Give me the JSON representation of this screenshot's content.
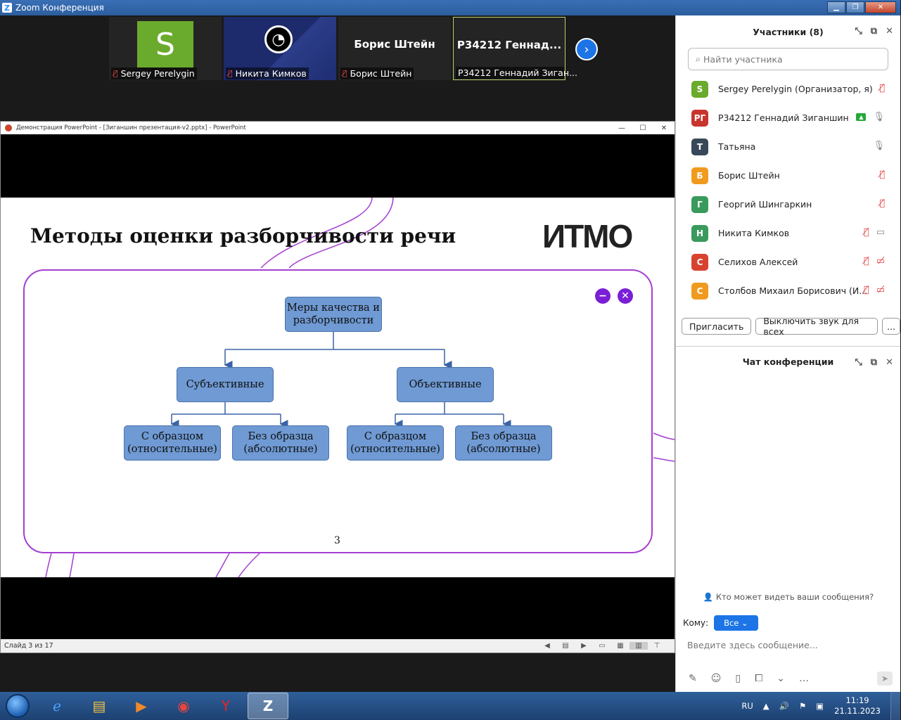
{
  "window": {
    "title": "Zoom Конференция"
  },
  "tiles": [
    {
      "name": "Sergey Perelygin",
      "avatar_letter": "S"
    },
    {
      "name": "Никита Кимков"
    },
    {
      "name": "Борис Штейн",
      "big_name": "Борис Штейн"
    },
    {
      "name": "Р34212 Геннадий Зиган...",
      "big_name": "Р34212 Геннад..."
    }
  ],
  "powerpoint": {
    "title": "Демонстрация PowerPoint - [Зиганшин презентация-v2.pptx] - PowerPoint",
    "status": "Слайд 3 из 17"
  },
  "slide": {
    "title": "Методы оценки разборчивости речи",
    "logo": "ИТМО",
    "number": "3",
    "diagram": {
      "root": "Меры качества и разборчивости",
      "subjective": "Субъективные",
      "objective": "Объективные",
      "subj_with": "С образцом (относительные)",
      "subj_without": "Без образца (абсолютные)",
      "obj_with": "С образцом (относительные)",
      "obj_without": "Без образца (абсолютные)"
    }
  },
  "participants": {
    "title": "Участники (8)",
    "search_placeholder": "Найти участника",
    "list": [
      {
        "initials": "S",
        "color": "#6aaa2c",
        "name": "Sergey Perelygin (Организатор, я)"
      },
      {
        "initials": "РГ",
        "color": "#c7352d",
        "name": "Р34212 Геннадий Зиганшин"
      },
      {
        "initials": "Т",
        "color": "#384858",
        "name": "Татьяна"
      },
      {
        "initials": "Б",
        "color": "#f09b1e",
        "name": "Борис Штейн"
      },
      {
        "initials": "Г",
        "color": "#3a9a5e",
        "name": "Георгий Шингаркин"
      },
      {
        "initials": "Н",
        "color": "#3a9a5e",
        "name": "Никита Кимков"
      },
      {
        "initials": "С",
        "color": "#d8432f",
        "name": "Селихов Алексей"
      },
      {
        "initials": "С",
        "color": "#f09b1e",
        "name": "Столбов Михаил Борисович (И..."
      }
    ],
    "invite": "Пригласить",
    "mute_all": "Выключить звук для всех",
    "more": "..."
  },
  "chat": {
    "title": "Чат конференции",
    "who_can_see": "Кто может видеть ваши сообщения?",
    "to_label": "Кому:",
    "to_value": "Все",
    "input_placeholder": "Введите здесь сообщение..."
  },
  "taskbar": {
    "lang": "RU",
    "time": "11:19",
    "date": "21.11.2023"
  }
}
